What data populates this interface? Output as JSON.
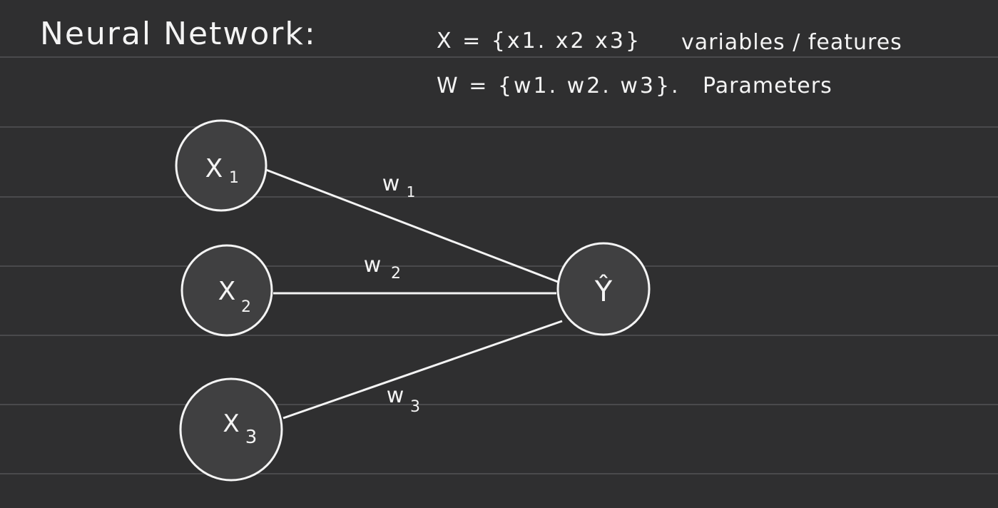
{
  "title": "Neural Network:",
  "definitions": {
    "x_formula": "X = {x1. x2 x3}",
    "x_label": "variables / features",
    "w_formula": "W = {w1. w2. w3}.",
    "w_label": "Parameters"
  },
  "nodes": {
    "x1": {
      "var": "X",
      "sub": "1"
    },
    "x2": {
      "var": "X",
      "sub": "2"
    },
    "x3": {
      "var": "X",
      "sub": "3"
    },
    "output": {
      "var": "Ŷ"
    }
  },
  "edges": {
    "w1": {
      "var": "w",
      "sub": "1"
    },
    "w2": {
      "var": "w",
      "sub": "2"
    },
    "w3": {
      "var": "w",
      "sub": "3"
    }
  },
  "colors": {
    "background": "#2f2f30",
    "ink": "#f4f4f4",
    "node_fill": "#404041",
    "rule_lines": "#4a4a4c"
  }
}
